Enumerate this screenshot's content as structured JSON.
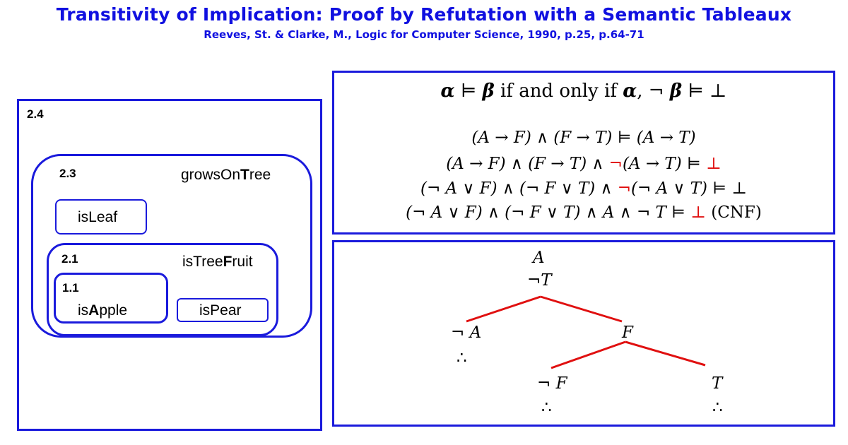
{
  "header": {
    "title": "Transitivity of Implication: Proof by Refutation with a Semantic Tableaux",
    "subtitle": "Reeves, St. & Clarke, M., Logic for Computer Science, 1990, p.25, p.64-71"
  },
  "venn": {
    "outer_label": "2.4",
    "l23_label": "2.3",
    "l23_name_pre": "growsOn",
    "l23_name_bold": "T",
    "l23_name_post": "ree",
    "leaf_name": "isLeaf",
    "l21_label": "2.1",
    "l21_name_pre": "isTree",
    "l21_name_bold": "F",
    "l21_name_post": "ruit",
    "l11_label": "1.1",
    "l11_name_pre": "is",
    "l11_name_bold": "A",
    "l11_name_post": "pple",
    "pear_name": "isPear"
  },
  "formulas": {
    "principle": {
      "a": "α",
      "models": "⊨",
      "b": "β",
      "text": "if and only if",
      "comma": ",",
      "neg": "¬",
      "b2": "β",
      "models2": "⊨",
      "bottom": "⊥"
    },
    "line1": "(A → F) ∧ (F → T) ⊨ (A → T)",
    "line2_pre": "(A → F) ∧ (F → T) ∧ ",
    "line2_neg": "¬",
    "line2_mid": "(A → T) ⊨ ",
    "line2_bot": "⊥",
    "line3_pre": "(¬ A ∨ F) ∧ (¬ F ∨ T) ∧ ",
    "line3_neg": "¬",
    "line3_post": "(¬ A ∨ T) ⊨ ⊥",
    "line4_pre": "(¬ A ∨ F) ∧ (¬ F ∨ T) ∧ A ∧ ¬ T ⊨ ",
    "line4_bot": "⊥",
    "line4_post": " (CNF)"
  },
  "tableau": {
    "root1": "A",
    "root2": "¬T",
    "left": "¬ A",
    "right": "F",
    "rl": "¬ F",
    "rr": "T",
    "closed": "∴",
    "edge_color": "#e01010"
  }
}
